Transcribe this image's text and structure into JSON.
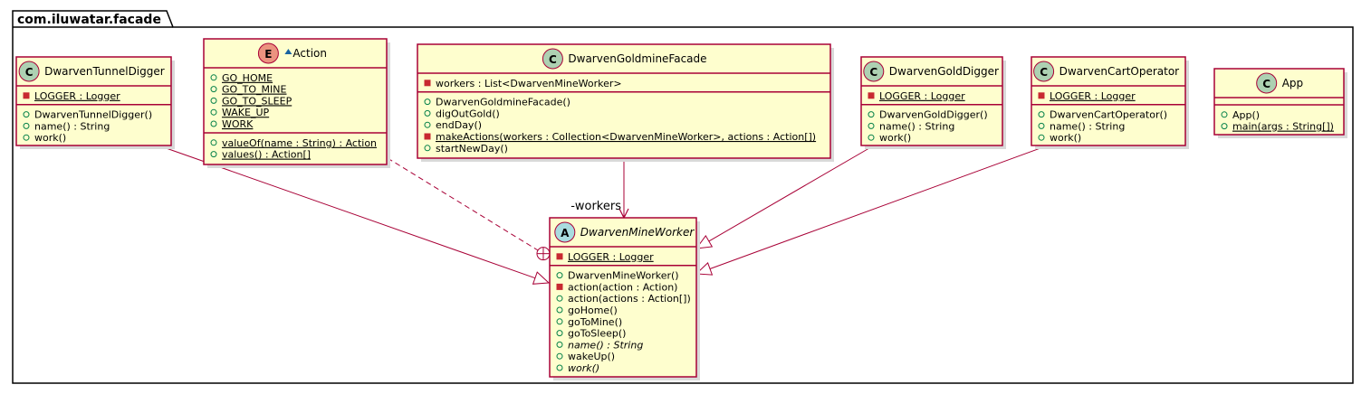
{
  "package": {
    "name": "com.iluwatar.facade"
  },
  "colors": {
    "class_fill": "#FEFECE",
    "border": "#A80036",
    "class_badge": "#ADD1B2",
    "enum_badge": "#EB937F",
    "abstract_badge": "#A9DCDF",
    "public_marker": "#84BE84",
    "private_marker": "#C82930",
    "package_visibility": "#1963A0"
  },
  "classes": [
    {
      "id": "tunnel",
      "kind": "class",
      "badge": "C",
      "name": "DwarvenTunnelDigger",
      "visibility": "",
      "fields": [
        {
          "vis": "private",
          "text": "LOGGER : Logger",
          "static": true,
          "abstract": false
        }
      ],
      "methods": [
        {
          "vis": "public",
          "text": "DwarvenTunnelDigger()",
          "static": false,
          "abstract": false
        },
        {
          "vis": "public",
          "text": "name() : String",
          "static": false,
          "abstract": false
        },
        {
          "vis": "public",
          "text": "work()",
          "static": false,
          "abstract": false
        }
      ]
    },
    {
      "id": "action",
      "kind": "enum",
      "badge": "E",
      "name": "Action",
      "visibility": "package",
      "fields": [
        {
          "vis": "public",
          "text": "GO_HOME",
          "static": true,
          "abstract": false
        },
        {
          "vis": "public",
          "text": "GO_TO_MINE",
          "static": true,
          "abstract": false
        },
        {
          "vis": "public",
          "text": "GO_TO_SLEEP",
          "static": true,
          "abstract": false
        },
        {
          "vis": "public",
          "text": "WAKE_UP",
          "static": true,
          "abstract": false
        },
        {
          "vis": "public",
          "text": "WORK",
          "static": true,
          "abstract": false
        }
      ],
      "methods": [
        {
          "vis": "public",
          "text": "valueOf(name : String) : Action",
          "static": true,
          "abstract": false
        },
        {
          "vis": "public",
          "text": "values() : Action[]",
          "static": true,
          "abstract": false
        }
      ]
    },
    {
      "id": "facade",
      "kind": "class",
      "badge": "C",
      "name": "DwarvenGoldmineFacade",
      "visibility": "",
      "fields": [
        {
          "vis": "private",
          "text": "workers : List<DwarvenMineWorker>",
          "static": false,
          "abstract": false
        }
      ],
      "methods": [
        {
          "vis": "public",
          "text": "DwarvenGoldmineFacade()",
          "static": false,
          "abstract": false
        },
        {
          "vis": "public",
          "text": "digOutGold()",
          "static": false,
          "abstract": false
        },
        {
          "vis": "public",
          "text": "endDay()",
          "static": false,
          "abstract": false
        },
        {
          "vis": "private",
          "text": "makeActions(workers : Collection<DwarvenMineWorker>, actions : Action[])",
          "static": true,
          "abstract": false
        },
        {
          "vis": "public",
          "text": "startNewDay()",
          "static": false,
          "abstract": false
        }
      ]
    },
    {
      "id": "gold",
      "kind": "class",
      "badge": "C",
      "name": "DwarvenGoldDigger",
      "visibility": "",
      "fields": [
        {
          "vis": "private",
          "text": "LOGGER : Logger",
          "static": true,
          "abstract": false
        }
      ],
      "methods": [
        {
          "vis": "public",
          "text": "DwarvenGoldDigger()",
          "static": false,
          "abstract": false
        },
        {
          "vis": "public",
          "text": "name() : String",
          "static": false,
          "abstract": false
        },
        {
          "vis": "public",
          "text": "work()",
          "static": false,
          "abstract": false
        }
      ]
    },
    {
      "id": "cart",
      "kind": "class",
      "badge": "C",
      "name": "DwarvenCartOperator",
      "visibility": "",
      "fields": [
        {
          "vis": "private",
          "text": "LOGGER : Logger",
          "static": true,
          "abstract": false
        }
      ],
      "methods": [
        {
          "vis": "public",
          "text": "DwarvenCartOperator()",
          "static": false,
          "abstract": false
        },
        {
          "vis": "public",
          "text": "name() : String",
          "static": false,
          "abstract": false
        },
        {
          "vis": "public",
          "text": "work()",
          "static": false,
          "abstract": false
        }
      ]
    },
    {
      "id": "app",
      "kind": "class",
      "badge": "C",
      "name": "App",
      "visibility": "",
      "fields": [],
      "methods": [
        {
          "vis": "public",
          "text": "App()",
          "static": false,
          "abstract": false
        },
        {
          "vis": "public",
          "text": "main(args : String[])",
          "static": true,
          "abstract": false
        }
      ]
    },
    {
      "id": "worker",
      "kind": "abstract",
      "badge": "A",
      "name": "DwarvenMineWorker",
      "visibility": "",
      "fields": [
        {
          "vis": "private",
          "text": "LOGGER : Logger",
          "static": true,
          "abstract": false
        }
      ],
      "methods": [
        {
          "vis": "public",
          "text": "DwarvenMineWorker()",
          "static": false,
          "abstract": false
        },
        {
          "vis": "private",
          "text": "action(action : Action)",
          "static": false,
          "abstract": false
        },
        {
          "vis": "public",
          "text": "action(actions : Action[])",
          "static": false,
          "abstract": false
        },
        {
          "vis": "public",
          "text": "goHome()",
          "static": false,
          "abstract": false
        },
        {
          "vis": "public",
          "text": "goToMine()",
          "static": false,
          "abstract": false
        },
        {
          "vis": "public",
          "text": "goToSleep()",
          "static": false,
          "abstract": false
        },
        {
          "vis": "public",
          "text": "name() : String",
          "static": false,
          "abstract": true
        },
        {
          "vis": "public",
          "text": "wakeUp()",
          "static": false,
          "abstract": false
        },
        {
          "vis": "public",
          "text": "work()",
          "static": false,
          "abstract": true
        }
      ]
    }
  ],
  "relations": [
    {
      "id": "tunnel-extends",
      "type": "generalization",
      "from": "tunnel",
      "to": "worker",
      "label": ""
    },
    {
      "id": "action-nested",
      "type": "nested",
      "from": "action",
      "to": "worker",
      "label": ""
    },
    {
      "id": "facade-workers",
      "type": "association",
      "from": "facade",
      "to": "worker",
      "label": "-workers"
    },
    {
      "id": "gold-extends",
      "type": "generalization",
      "from": "gold",
      "to": "worker",
      "label": ""
    },
    {
      "id": "cart-extends",
      "type": "generalization",
      "from": "cart",
      "to": "worker",
      "label": ""
    }
  ]
}
